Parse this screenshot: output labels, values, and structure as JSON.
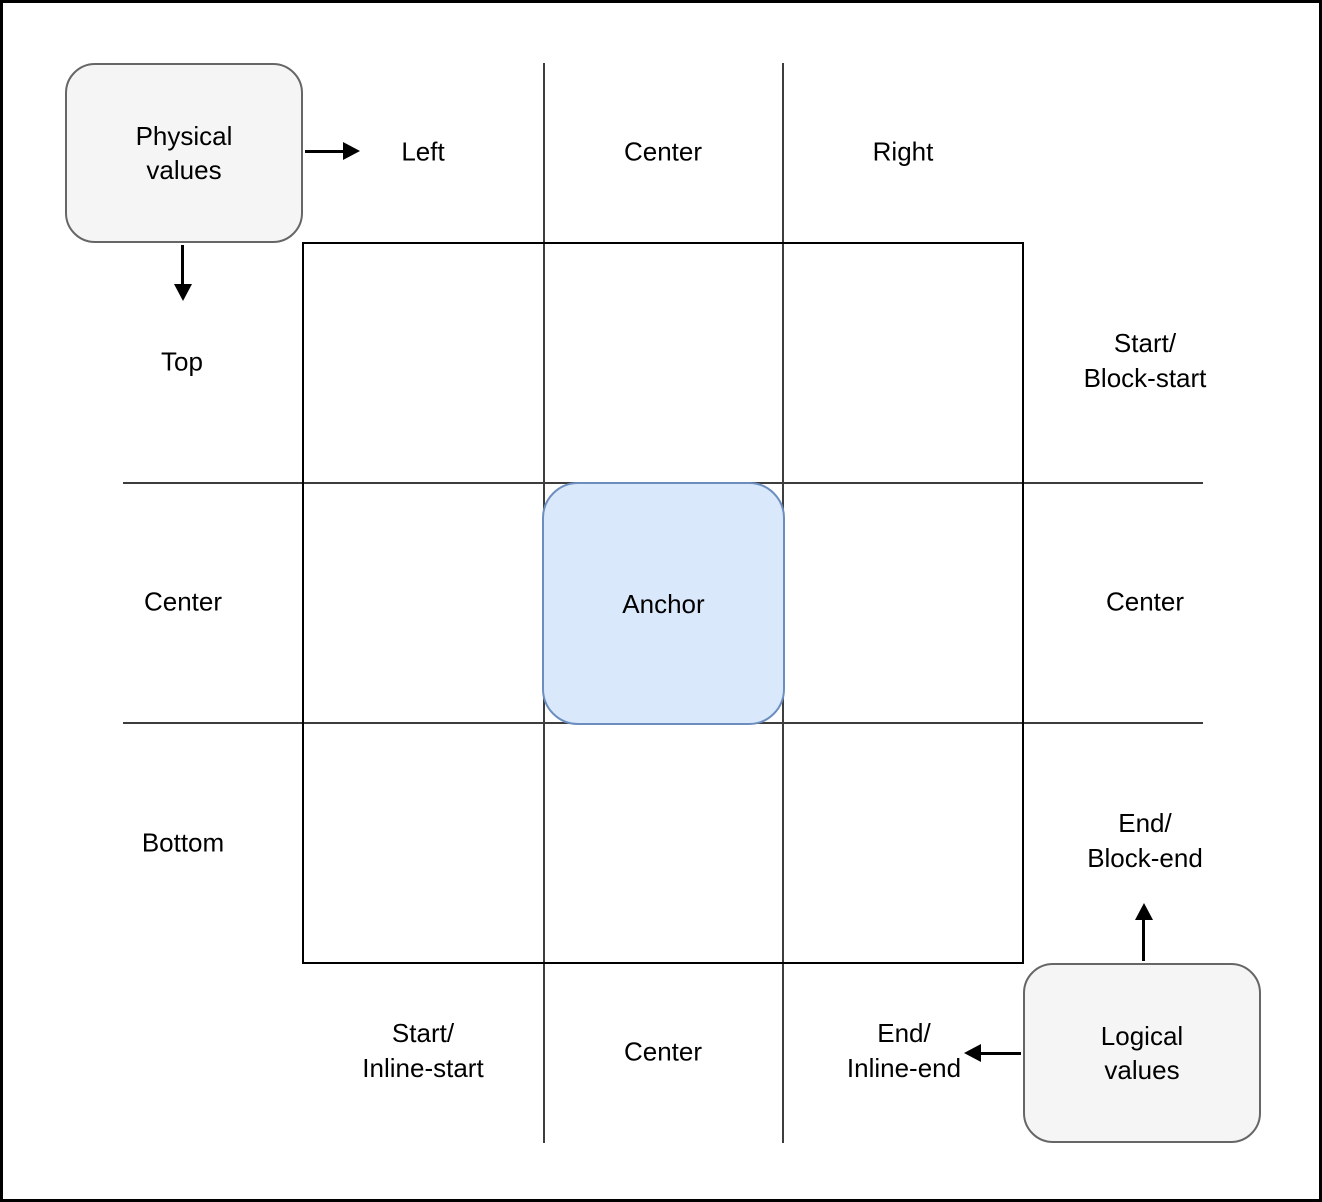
{
  "diagram": {
    "anchor": {
      "label": "Anchor"
    },
    "legend_physical": {
      "label": "Physical\nvalues"
    },
    "legend_logical": {
      "label": "Logical\nvalues"
    },
    "physical_labels": {
      "left": "Left",
      "top_center": "Center",
      "right": "Right",
      "top": "Top",
      "middle_left": "Center",
      "bottom": "Bottom"
    },
    "logical_labels": {
      "block_start": "Start/\nBlock-start",
      "middle_right": "Center",
      "block_end": "End/\nBlock-end",
      "inline_start": "Start/\nInline-start",
      "bottom_center": "Center",
      "inline_end": "End/\nInline-end"
    },
    "colors": {
      "anchor_fill": "#dae8fc",
      "anchor_border": "#6c8ebf",
      "legend_fill": "#f5f5f5",
      "legend_border": "#666666",
      "grid_line": "#3d3d3d",
      "outline": "#000000"
    }
  }
}
